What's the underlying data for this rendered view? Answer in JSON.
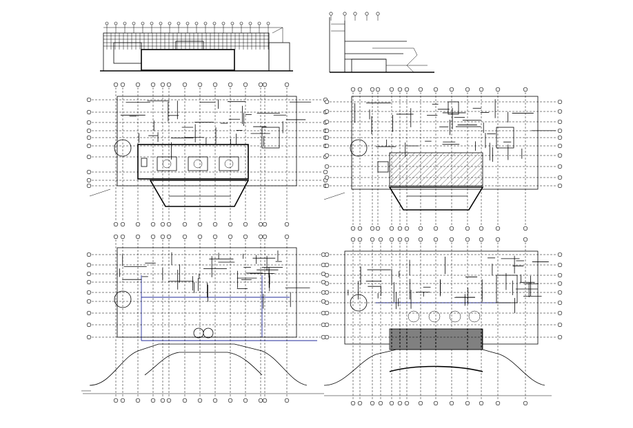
{
  "drawing_sheet": {
    "views": [
      {
        "id": "front-elevation"
      },
      {
        "id": "section-detail"
      },
      {
        "id": "plan-top-left"
      },
      {
        "id": "plan-top-right"
      },
      {
        "id": "plan-bottom-left"
      },
      {
        "id": "plan-bottom-right"
      }
    ],
    "colors": {
      "line": "#000000",
      "accent": "#1f2a9a",
      "paper": "#ffffff"
    }
  }
}
